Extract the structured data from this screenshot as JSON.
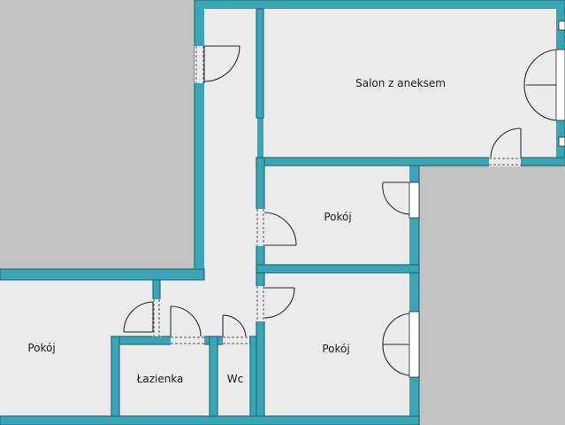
{
  "colors": {
    "wall": "#3aa6b5",
    "wall_outline": "#1f6f7a",
    "floor": "#ebebeb",
    "exterior": "#c3c3c3",
    "label": "#1b1b1b"
  },
  "rooms": {
    "salon": {
      "label": "Salon z aneksem"
    },
    "pokoj_middle": {
      "label": "Pokój"
    },
    "pokoj_left": {
      "label": "Pokój"
    },
    "pokoj_bottom_right": {
      "label": "Pokój"
    },
    "lazienka": {
      "label": "Łazienka"
    },
    "wc": {
      "label": "Wc"
    }
  }
}
